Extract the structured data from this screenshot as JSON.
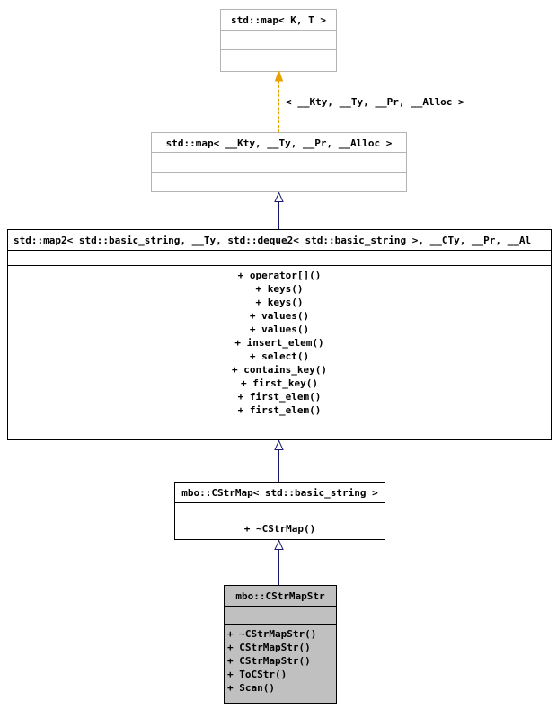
{
  "diagram": {
    "type": "uml-class-inheritance",
    "title": "mbo::CStrMapStr class inheritance diagram",
    "colors": {
      "background": "#ffffff",
      "box_border": "#000000",
      "box_border_faint": "#b4b4b4",
      "highlight_fill": "#c0c0c0",
      "inheritance_edge": "#191970",
      "template_edge": "#e8a200",
      "text": "#000000"
    },
    "classes": [
      {
        "id": "std-map-kt",
        "name": "std::map< K, T >",
        "attributes": [],
        "methods": [],
        "highlighted": false,
        "faint_border": true
      },
      {
        "id": "std-map-kty",
        "name": "std::map< __Kty, __Ty, __Pr, __Alloc >",
        "attributes": [],
        "methods": [],
        "highlighted": false,
        "faint_border": true
      },
      {
        "id": "std-map2",
        "name": "std::map2< std::basic_string, __Ty, std::deque2< std::basic_string >, __CTy, __Pr, __Al",
        "attributes": [],
        "methods": [
          "+ operator[]()",
          "+ keys()",
          "+ keys()",
          "+ values()",
          "+ values()",
          "+ insert_elem()",
          "+ select()",
          "+ contains_key()",
          "+ first_key()",
          "+ first_elem()",
          "+ first_elem()"
        ],
        "highlighted": false,
        "faint_border": false
      },
      {
        "id": "cstrmap",
        "name": "mbo::CStrMap< std::basic_string >",
        "attributes": [],
        "methods": [
          "+ ~CStrMap()"
        ],
        "highlighted": false,
        "faint_border": false
      },
      {
        "id": "cstrmapstr",
        "name": "mbo::CStrMapStr",
        "attributes": [],
        "methods": [
          "+ ~CStrMapStr()",
          "+ CStrMapStr()",
          "+ CStrMapStr()",
          "+ ToCStr()",
          "+ Scan()"
        ],
        "highlighted": true,
        "faint_border": false
      }
    ],
    "edges": [
      {
        "id": "edge-template",
        "from": "std-map-kty",
        "to": "std-map-kt",
        "kind": "template-instantiation",
        "style": "dashed",
        "arrowhead": "filled",
        "label": "< __Kty, __Ty, __Pr, __Alloc >"
      },
      {
        "id": "edge-inherit-1",
        "from": "std-map2",
        "to": "std-map-kty",
        "kind": "inheritance",
        "style": "solid",
        "arrowhead": "hollow",
        "label": ""
      },
      {
        "id": "edge-inherit-2",
        "from": "cstrmap",
        "to": "std-map2",
        "kind": "inheritance",
        "style": "solid",
        "arrowhead": "hollow",
        "label": ""
      },
      {
        "id": "edge-inherit-3",
        "from": "cstrmapstr",
        "to": "cstrmap",
        "kind": "inheritance",
        "style": "solid",
        "arrowhead": "hollow",
        "label": ""
      }
    ]
  }
}
